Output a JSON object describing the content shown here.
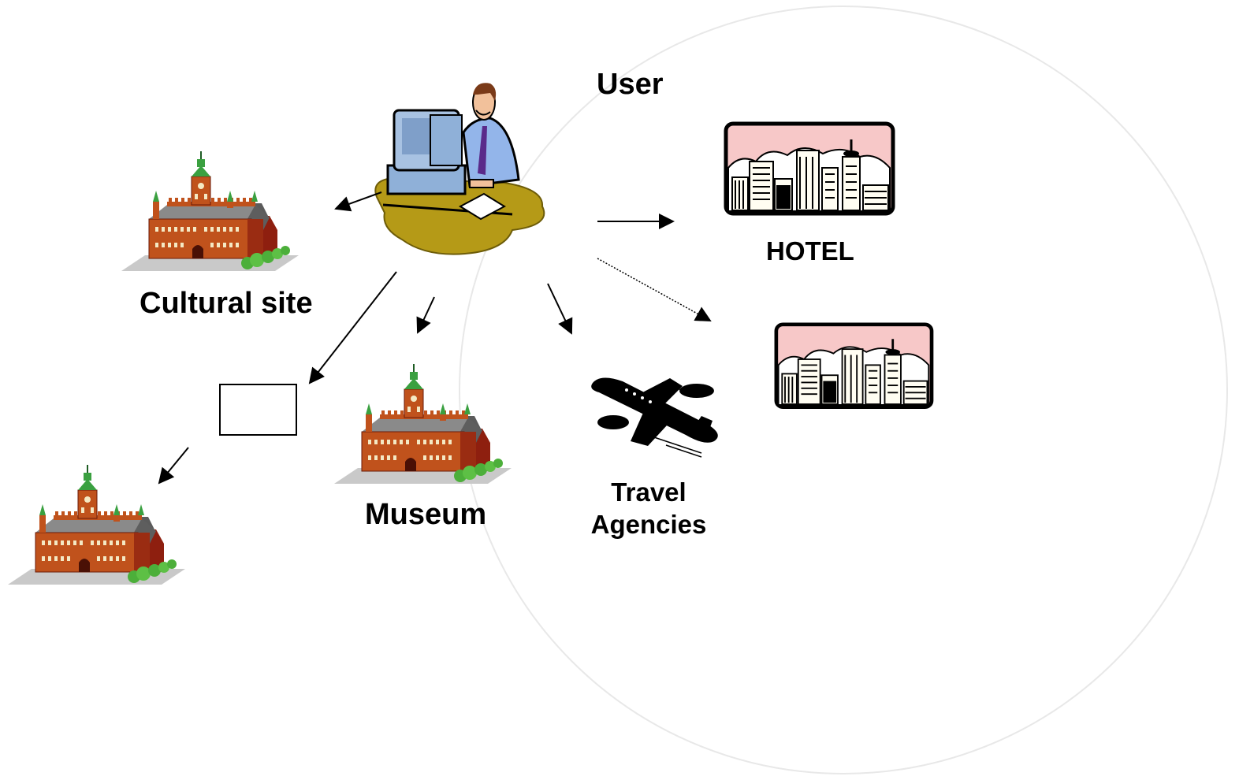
{
  "labels": {
    "user": "User",
    "cultural_site": "Cultural site",
    "hotel": "HOTEL",
    "museum": "Museum",
    "travel_agencies": "Travel\nAgencies"
  },
  "icons": {
    "user": "person-at-computer-icon",
    "building": "castle-building-icon",
    "hotel": "city-skyline-hotel-icon",
    "travel": "airplane-icon"
  },
  "colors": {
    "building_wall": "#c0521c",
    "building_roof": "#7a7a7a",
    "tower_green": "#3aa040",
    "hotel_sky": "#f7c8c8",
    "hotel_frame": "#000000",
    "desk": "#b59a17",
    "monitor": "#8fb0d8",
    "shirt": "#93b5ea"
  }
}
